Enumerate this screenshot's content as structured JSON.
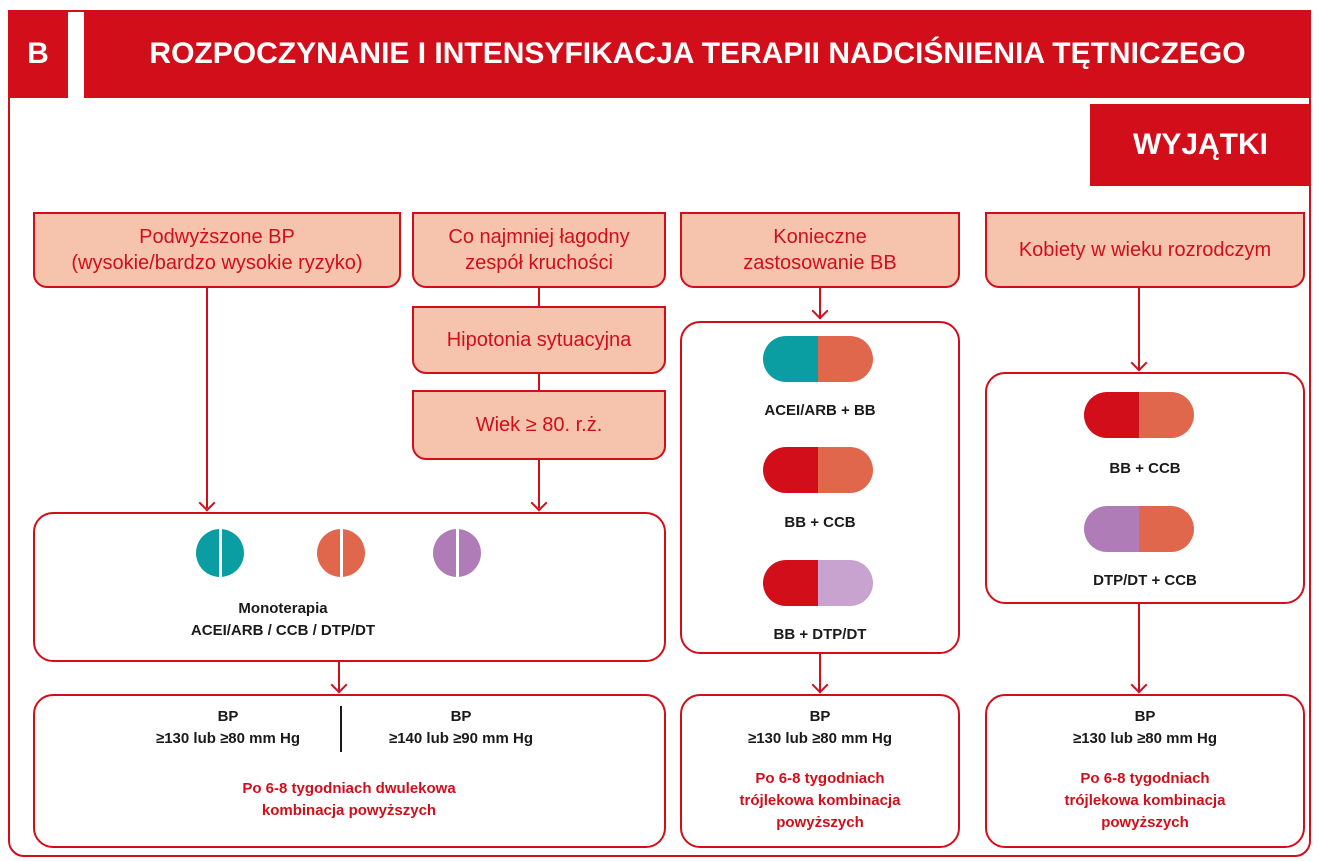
{
  "header": {
    "badge": "B",
    "title": "ROZPOCZYNANIE I INTENSYFIKACJA TERAPII NADCIŚNIENIA TĘTNICZEGO",
    "exceptions_tab": "WYJĄTKI"
  },
  "colors": {
    "brand_red": "#d20e1a",
    "box_fill": "#f6c3ad",
    "acei_arb": "#0a9ea3",
    "ccb": "#e0674b",
    "dtp_dt": "#b07cb8",
    "dtp_dt_light": "#c9a3d0",
    "bb": "#d20e1a"
  },
  "main": {
    "box1_line1": "Podwyższone BP",
    "box1_line2": "(wysokie/bardzo wysokie ryzyko)",
    "box2_line1": "Co najmniej łagodny",
    "box2_line2": "zespół kruchości",
    "box3": "Hipotonia sytuacyjna",
    "box4": "Wiek ≥ 80. r.ż.",
    "mono_title": "Monoterapia",
    "mono_drugs": "ACEI/ARB / CCB / DTP/DT",
    "bp_left_title": "BP",
    "bp_left_value": "≥130 lub ≥80 mm Hg",
    "bp_right_title": "BP",
    "bp_right_value": "≥140 lub ≥90 mm Hg",
    "followup_line1": "Po 6-8 tygodniach dwulekowa",
    "followup_line2": "kombinacja powyższych"
  },
  "bb_column": {
    "header_line1": "Konieczne",
    "header_line2": "zastosowanie BB",
    "combo1": "ACEI/ARB + BB",
    "combo2": "BB + CCB",
    "combo3": "BB + DTP/DT",
    "bp_title": "BP",
    "bp_value": "≥130 lub ≥80 mm Hg",
    "followup_line1": "Po 6-8 tygodniach",
    "followup_line2": "trójlekowa kombinacja",
    "followup_line3": "powyższych"
  },
  "women_column": {
    "header": "Kobiety w wieku rozrodczym",
    "combo1": "BB + CCB",
    "combo2": "DTP/DT + CCB",
    "bp_title": "BP",
    "bp_value": "≥130 lub ≥80 mm Hg",
    "followup_line1": "Po 6-8 tygodniach",
    "followup_line2": "trójlekowa kombinacja",
    "followup_line3": "powyższych"
  }
}
